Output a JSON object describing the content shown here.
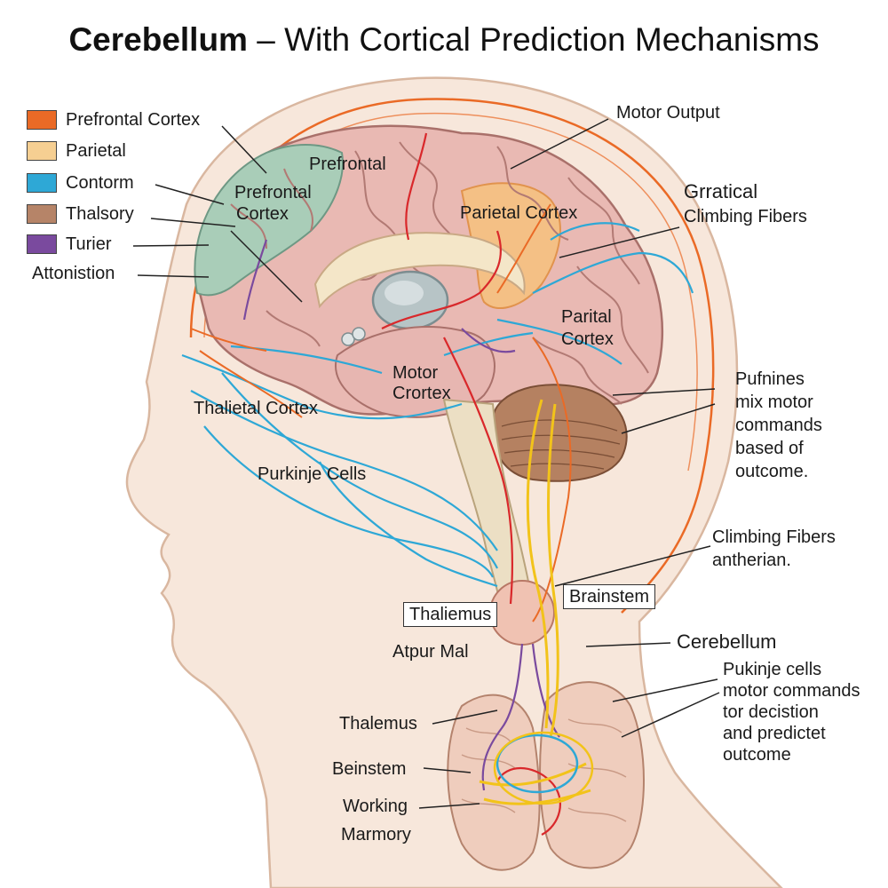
{
  "title": {
    "bold": "Cerebellum",
    "rest": " – With Cortical Prediction Mechanisms"
  },
  "colors": {
    "orange": "#ea6a26",
    "tan": "#f6cf92",
    "blue": "#2ea8d6",
    "brown": "#b68468",
    "purple": "#7a4a9e",
    "red": "#d9282b",
    "yellow": "#f2c31a",
    "brain_pink": "#e9b9b3",
    "prefrontal_green": "#a9cdb8",
    "skin": "#f7e7db"
  },
  "legend": [
    {
      "label": "Prefrontal Cortex",
      "color": "#ea6a26"
    },
    {
      "label": "Parietal",
      "color": "#f6cf92"
    },
    {
      "label": "Contorm",
      "color": "#2ea8d6"
    },
    {
      "label": "Thalsory",
      "color": "#b68468"
    },
    {
      "label": "Turier",
      "color": "#7a4a9e"
    }
  ],
  "labels": {
    "attonistion": "Attonistion",
    "motor_output": "Motor Output",
    "prefrontal": "Prefrontal",
    "prefrontal_cortex_1": "Prefrontal",
    "prefrontal_cortex_2": "Cortex",
    "parietal_cortex": "Parietal Cortex",
    "grratical": "Grratical",
    "climbing_fibers_top": "Climbing Fibers",
    "parital_1": "Parital",
    "parital_2": "Cortex",
    "motor_crortex_1": "Motor",
    "motor_crortex_2": "Crortex",
    "thalietal_cortex": "Thalietal Cortex",
    "purkinje_cells": "Purkinje Cells",
    "thaliemus": "Thaliemus",
    "brainstem_box": "Brainstem",
    "atpur_mal": "Atpur Mal",
    "cerebellum": "Cerebellum",
    "thalemus": "Thalemus",
    "beinstem": "Beinstem",
    "working": "Working",
    "marmory": "Marmory"
  },
  "paragraphs": {
    "pufnines": [
      "Pufnines",
      "mix motor",
      "commands",
      "based of",
      "outcome."
    ],
    "climbing": [
      "Climbing Fibers",
      "antherian."
    ],
    "pukinje": [
      "Pukinje cells",
      "motor commands",
      "tor decistion",
      "and predictet",
      "outcome"
    ]
  }
}
